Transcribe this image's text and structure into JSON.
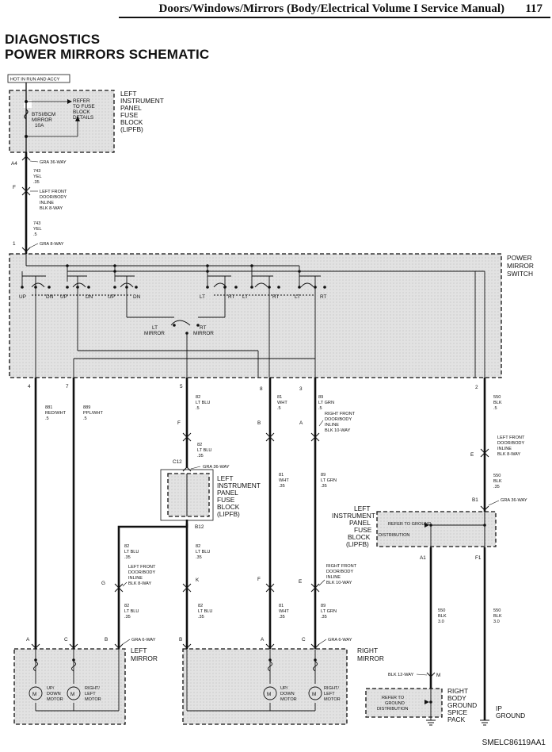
{
  "header": {
    "title": "Doors/Windows/Mirrors (Body/Electrical Volume I Service Manual)",
    "page": "117"
  },
  "titles": {
    "line1": "DIAGNOSTICS",
    "line2": "POWER MIRRORS SCHEMATIC"
  },
  "hot_label": "HOT IN RUN AND ACCY",
  "fuse_block_top": {
    "l1": "LEFT",
    "l2": "INSTRUMENT",
    "l3": "PANEL",
    "l4": "FUSE",
    "l5": "BLOCK",
    "l6": "(LIPFB)"
  },
  "fuse": {
    "n1": "BTSI/BCM",
    "n2": "MIRROR",
    "n3": "10A",
    "r1": "REFER",
    "r2": "TO FUSE",
    "r3": "BLOCK",
    "r4": "DETAILS"
  },
  "top_wire": {
    "a4": "A4",
    "gra36": "GRA 36-WAY",
    "c1": "743",
    "c2": "YEL",
    "c3": ".35",
    "f": "F",
    "inline1": "LEFT FRONT",
    "inline2": "DOOR/BODY",
    "inline3": "INLINE",
    "inline4": "BLK 8-WAY",
    "d1": "743",
    "d2": "YEL",
    "d3": ".5",
    "one": "1",
    "gra8": "GRA 8-WAY"
  },
  "switch": {
    "l1": "POWER",
    "l2": "MIRROR",
    "l3": "SWITCH",
    "up1": "UP",
    "dn1": "DN",
    "up2": "UP",
    "dn2": "DN",
    "up3": "UP",
    "dn3": "DN",
    "lt1": "LT",
    "rt1": "RT",
    "lt2": "LT",
    "rt2": "RT",
    "lt3": "LT",
    "rt3": "RT",
    "ltm1": "LT",
    "ltm2": "MIRROR",
    "rtm1": "RT",
    "rtm2": "MIRROR",
    "p4": "4",
    "p7": "7",
    "p5": "5",
    "p8": "8",
    "p3": "3",
    "p2": "2"
  },
  "wires": {
    "w881a": "881",
    "w881b": "RED/WHT",
    "w881c": ".5",
    "w889a": "889",
    "w889b": "PPL/WHT",
    "w889c": ".5",
    "w82a": "82",
    "w82b": "LT BLU",
    "w82c": ".5",
    "w81a": "81",
    "w81b": "WHT",
    "w81c": ".5",
    "w89a": "89",
    "w89b": "LT GRN",
    "w89c": ".5",
    "w550a": "550",
    "w550b": "BLK",
    "w550c": ".5",
    "rf1": "RIGHT FRONT",
    "rf2": "DOOR/BODY",
    "rf3": "INLINE",
    "rf4": "BLK 10-WAY",
    "F1": "F",
    "B1": "B",
    "A1": "A",
    "lf1": "LEFT FRONT",
    "lf2": "DOOR/BODY",
    "lf3": "INLINE",
    "lf4": "BLK 8-WAY",
    "E1": "E",
    "m82a": "82",
    "m82b": "LT BLU",
    "m82c": ".35",
    "c12": "C12",
    "gra36b": "GRA 36-WAY",
    "m81a": "81",
    "m81b": "WHT",
    "m81c": ".35",
    "m89a": "89",
    "m89b": "LT GRN",
    "m89c": ".35",
    "m550a": "550",
    "m550b": "BLK",
    "m550c": ".35",
    "b1": "B1",
    "gra36c": "GRA 36-WAY",
    "b12": "B12",
    "n82a": "82",
    "n82b": "LT BLU",
    "n82c": ".35",
    "o82a": "82",
    "o82b": "LT BLU",
    "o82c": ".35",
    "G": "G",
    "glf1": "LEFT FRONT",
    "glf2": "DOOR/BODY",
    "glf3": "INLINE",
    "glf4": "BLK 8-WAY",
    "K": "K",
    "F2": "F",
    "E2": "E",
    "rf5": "RIGHT FRONT",
    "rf6": "DOOR/BODY",
    "rf7": "INLINE",
    "rf8": "BLK 10-WAY",
    "p82a": "82",
    "p82b": "LT BLU",
    "p82c": ".35",
    "q82a": "82",
    "q82b": "LT BLU",
    "q82c": ".35",
    "q81a": "81",
    "q81b": "WHT",
    "q81c": ".35",
    "q89a": "89",
    "q89b": "LT GRN",
    "q89c": ".35",
    "g550a": "550",
    "g550b": "BLK",
    "g550c": "3.0",
    "h550a": "550",
    "h550b": "BLK",
    "h550c": "3.0",
    "a1": "A1",
    "f1": "F1",
    "blk12": "BLK 12-WAY",
    "m": "M"
  },
  "fuse_block_mid": {
    "l1": "LEFT",
    "l2": "INSTRUMENT",
    "l3": "PANEL",
    "l4": "FUSE",
    "l5": "BLOCK",
    "l6": "(LIPFB)"
  },
  "fuse_block_right": {
    "l1": "LEFT",
    "l2": "INSTRUMENT",
    "l3": "PANEL",
    "l4": "FUSE",
    "l5": "BLOCK",
    "l6": "(LIPFB)",
    "r1": "REFER TO GROUND",
    "r2": "DISTRIBUTION"
  },
  "left_mirror": {
    "l1": "LEFT",
    "l2": "MIRROR",
    "A": "A",
    "C": "C",
    "B": "B",
    "gra6": "GRA 6-WAY",
    "m1a": "UP/",
    "m1b": "DOWN",
    "m1c": "MOTOR",
    "m2a": "RIGHT/",
    "m2b": "LEFT",
    "m2c": "MOTOR"
  },
  "right_mirror": {
    "l1": "RIGHT",
    "l2": "MIRROR",
    "B": "B",
    "A": "A",
    "C": "C",
    "gra6": "GRA 6-WAY",
    "m1a": "UP/",
    "m1b": "DOWN",
    "m1c": "MOTOR",
    "m2a": "RIGHT/",
    "m2b": "LEFT",
    "m2c": "MOTOR"
  },
  "ground_pack": {
    "l1": "RIGHT",
    "l2": "BODY",
    "l3": "GROUND",
    "l4": "SPICE",
    "l5": "PACK",
    "r1": "REFER TO",
    "r2": "GROUND",
    "r3": "DISTRIBUTION"
  },
  "ip_ground": {
    "l1": "IP",
    "l2": "GROUND"
  },
  "ref_code": "SMELC86119AA1"
}
